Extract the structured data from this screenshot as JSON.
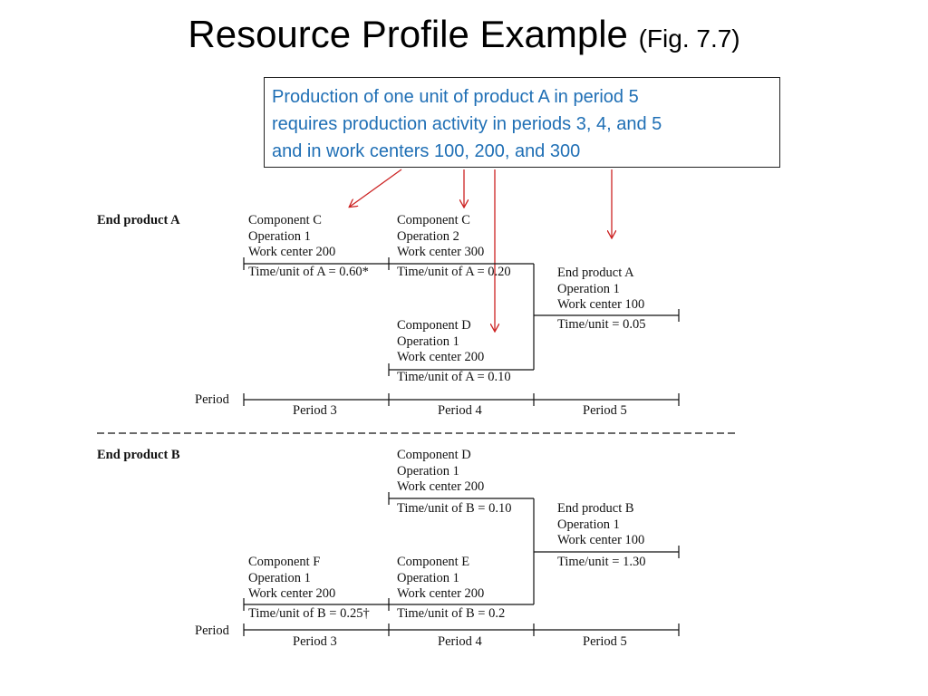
{
  "title": {
    "main": "Resource Profile Example",
    "fig": "(Fig. 7.7)"
  },
  "callout": {
    "lines": [
      "Production of one unit of product A in period 5",
      "requires production activity in periods 3, 4, and 5",
      "and in work centers 100, 200, and 300"
    ]
  },
  "product_a": {
    "heading": "End product A",
    "blocks": {
      "comp_c_op1": {
        "component": "Component C",
        "operation": "Operation 1",
        "work_center": "Work center 200",
        "time": "Time/unit of A = 0.60*"
      },
      "comp_c_op2": {
        "component": "Component C",
        "operation": "Operation 2",
        "work_center": "Work center 300",
        "time": "Time/unit of A = 0.20"
      },
      "comp_d": {
        "component": "Component D",
        "operation": "Operation 1",
        "work_center": "Work center 200",
        "time": "Time/unit of A = 0.10"
      },
      "end_a": {
        "component": "End product A",
        "operation": "Operation 1",
        "work_center": "Work center 100",
        "time": "Time/unit = 0.05"
      }
    },
    "period_label": "Period",
    "periods": [
      "Period 3",
      "Period 4",
      "Period 5"
    ]
  },
  "product_b": {
    "heading": "End product B",
    "blocks": {
      "comp_d": {
        "component": "Component D",
        "operation": "Operation 1",
        "work_center": "Work center 200",
        "time": "Time/unit of B = 0.10"
      },
      "end_b": {
        "component": "End product B",
        "operation": "Operation 1",
        "work_center": "Work center 100",
        "time": "Time/unit = 1.30"
      },
      "comp_f": {
        "component": "Component F",
        "operation": "Operation 1",
        "work_center": "Work center 200",
        "time": "Time/unit of B = 0.25†"
      },
      "comp_e": {
        "component": "Component E",
        "operation": "Operation 1",
        "work_center": "Work center 200",
        "time": "Time/unit of B = 0.2"
      }
    },
    "period_label": "Period",
    "periods": [
      "Period 3",
      "Period 4",
      "Period 5"
    ]
  },
  "colors": {
    "callout_text": "#1f6fb5",
    "arrow": "#cc2222",
    "line": "#111111"
  }
}
